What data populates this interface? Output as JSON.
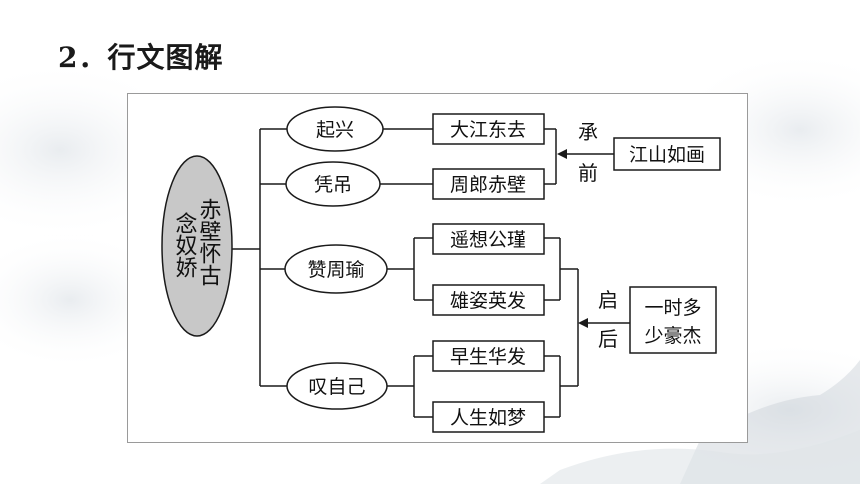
{
  "heading": "2．行文图解",
  "diagram": {
    "root": {
      "col1": "赤壁怀古",
      "col2": "念奴娇"
    },
    "stages": {
      "qixing": "起兴",
      "pingdiao": "凭吊",
      "zanzhouyu": "赞周瑜",
      "tanziji": "叹自己"
    },
    "phrases": {
      "dajiang": "大江东去",
      "zhoulang": "周郎赤壁",
      "yaoxiang": "遥想公瑾",
      "xiongzi": "雄姿英发",
      "zaosheng": "早生华发",
      "rensheng": "人生如梦"
    },
    "links": {
      "cheng": "承",
      "qian": "前",
      "qi": "启",
      "hou": "后"
    },
    "notes": {
      "jiangshan": "江山如画",
      "yishi_line1": "一时多",
      "yishi_line2": "少豪杰"
    }
  },
  "colors": {
    "ellipse_fill": "#c8c8c8",
    "line": "#1a1a1a",
    "panel_border": "#9a9a9a"
  }
}
